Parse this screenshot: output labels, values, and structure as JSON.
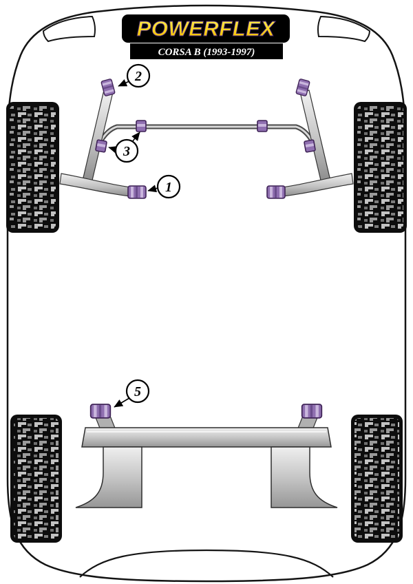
{
  "header": {
    "brand": "POWERFLEX",
    "model": "CORSA B (1993-1997)"
  },
  "callouts": [
    {
      "label": "2"
    },
    {
      "label": "3"
    },
    {
      "label": "1"
    },
    {
      "label": "5"
    }
  ],
  "colors": {
    "bush_purple": "#8f6fb0",
    "bush_purple_light": "#c9b6dd",
    "bush_purple_dark": "#3f2356",
    "logo_yellow": "#ffd81e",
    "logo_background": "#000000",
    "body_outline": "#141414",
    "metal_gray": "#b9b9b9",
    "tire_black": "#0d0d0d"
  }
}
